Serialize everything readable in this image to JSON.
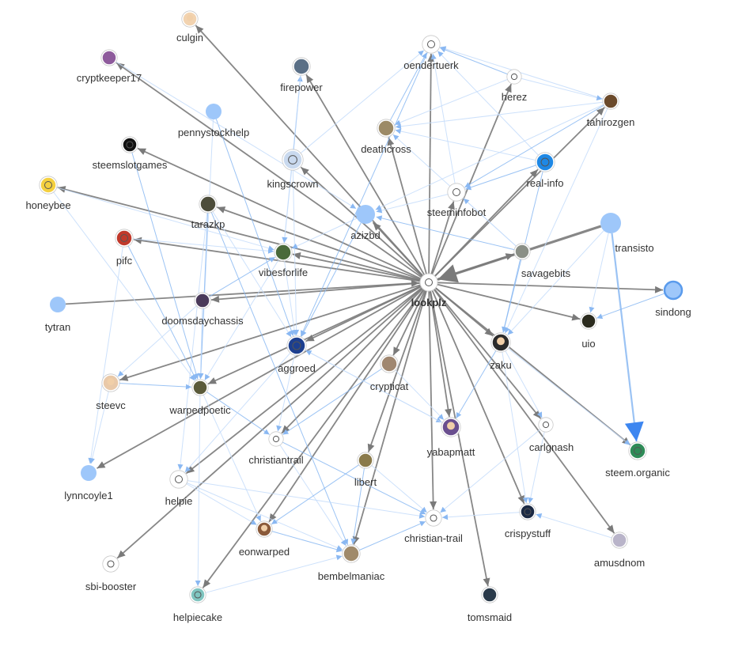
{
  "graph": {
    "colors": {
      "background": "#ffffff",
      "hub_edge": "#7a7a7a",
      "edge": "#8ab8f2",
      "edge_light": "#c4dcfa",
      "node_plain": "#9ec7fa",
      "node_border": "#5a9bec",
      "label": "#333333"
    },
    "nodes": [
      {
        "id": "culgin",
        "label": "culgin",
        "avatar": "face"
      },
      {
        "id": "cryptkeeper17",
        "label": "cryptkeeper17",
        "avatar": "photo"
      },
      {
        "id": "firepower",
        "label": "firepower",
        "avatar": "photo"
      },
      {
        "id": "oendertuerk",
        "label": "oendertuerk",
        "avatar": "logo"
      },
      {
        "id": "herez",
        "label": "herez",
        "avatar": "logo"
      },
      {
        "id": "tahirozgen",
        "label": "tahirozgen",
        "avatar": "photo"
      },
      {
        "id": "pennystockhelp",
        "label": "pennystockhelp",
        "avatar": "none"
      },
      {
        "id": "deathcross",
        "label": "deathcross",
        "avatar": "photo"
      },
      {
        "id": "steemslotgames",
        "label": "steemslotgames",
        "avatar": "logo"
      },
      {
        "id": "kingscrown",
        "label": "kingscrown",
        "avatar": "logo"
      },
      {
        "id": "real-info",
        "label": "real-info",
        "avatar": "logo"
      },
      {
        "id": "honeybee",
        "label": "honeybee",
        "avatar": "logo"
      },
      {
        "id": "steeminfobot",
        "label": "steeminfobot",
        "avatar": "logo"
      },
      {
        "id": "tarazkp",
        "label": "tarazkp",
        "avatar": "photo"
      },
      {
        "id": "azizbd",
        "label": "azizbd",
        "avatar": "none"
      },
      {
        "id": "transisto",
        "label": "transisto",
        "avatar": "none"
      },
      {
        "id": "pifc",
        "label": "pifc",
        "avatar": "logo"
      },
      {
        "id": "vibesforlife",
        "label": "vibesforlife",
        "avatar": "photo"
      },
      {
        "id": "savagebits",
        "label": "savagebits",
        "avatar": "photo"
      },
      {
        "id": "lookplz",
        "label": "lookplz",
        "avatar": "logo",
        "hub": true
      },
      {
        "id": "sindong",
        "label": "sindong",
        "avatar": "none"
      },
      {
        "id": "tytran",
        "label": "tytran",
        "avatar": "none"
      },
      {
        "id": "doomsdaychassis",
        "label": "doomsdaychassis",
        "avatar": "photo"
      },
      {
        "id": "uio",
        "label": "uio",
        "avatar": "photo"
      },
      {
        "id": "zaku",
        "label": "zaku",
        "avatar": "face"
      },
      {
        "id": "aggroed",
        "label": "aggroed",
        "avatar": "logo"
      },
      {
        "id": "crypticat",
        "label": "crypticat",
        "avatar": "photo"
      },
      {
        "id": "steevc",
        "label": "steevc",
        "avatar": "face"
      },
      {
        "id": "warpedpoetic",
        "label": "warpedpoetic",
        "avatar": "photo"
      },
      {
        "id": "carlgnash",
        "label": "carlgnash",
        "avatar": "logo"
      },
      {
        "id": "yabapmatt",
        "label": "yabapmatt",
        "avatar": "face"
      },
      {
        "id": "christiantrail",
        "label": "christiantrail",
        "avatar": "logo"
      },
      {
        "id": "steem.organic",
        "label": "steem.organic",
        "avatar": "logo"
      },
      {
        "id": "libert",
        "label": "libert",
        "avatar": "photo"
      },
      {
        "id": "lynncoyle1",
        "label": "lynncoyle1",
        "avatar": "none"
      },
      {
        "id": "helpie",
        "label": "helpie",
        "avatar": "logo"
      },
      {
        "id": "christian-trail",
        "label": "christian-trail",
        "avatar": "logo"
      },
      {
        "id": "crispystuff",
        "label": "crispystuff",
        "avatar": "logo"
      },
      {
        "id": "eonwarped",
        "label": "eonwarped",
        "avatar": "face"
      },
      {
        "id": "amusdnom",
        "label": "amusdnom",
        "avatar": "photo"
      },
      {
        "id": "sbi-booster",
        "label": "sbi-booster",
        "avatar": "logo"
      },
      {
        "id": "bembelmaniac",
        "label": "bembelmaniac",
        "avatar": "photo"
      },
      {
        "id": "helpiecake",
        "label": "helpiecake",
        "avatar": "logo"
      },
      {
        "id": "tomsmaid",
        "label": "tomsmaid",
        "avatar": "photo"
      }
    ],
    "edges": [
      {
        "source": "lookplz",
        "target": "culgin",
        "kind": "hub"
      },
      {
        "source": "lookplz",
        "target": "cryptkeeper17",
        "kind": "hub"
      },
      {
        "source": "lookplz",
        "target": "firepower",
        "kind": "hub"
      },
      {
        "source": "lookplz",
        "target": "oendertuerk",
        "kind": "hub"
      },
      {
        "source": "lookplz",
        "target": "herez",
        "kind": "hub"
      },
      {
        "source": "lookplz",
        "target": "tahirozgen",
        "kind": "hub"
      },
      {
        "source": "lookplz",
        "target": "deathcross",
        "kind": "hub"
      },
      {
        "source": "lookplz",
        "target": "steemslotgames",
        "kind": "hub"
      },
      {
        "source": "lookplz",
        "target": "kingscrown",
        "kind": "hub"
      },
      {
        "source": "lookplz",
        "target": "real-info",
        "kind": "hub"
      },
      {
        "source": "lookplz",
        "target": "honeybee",
        "kind": "hub"
      },
      {
        "source": "lookplz",
        "target": "steeminfobot",
        "kind": "hub"
      },
      {
        "source": "lookplz",
        "target": "tarazkp",
        "kind": "hub"
      },
      {
        "source": "lookplz",
        "target": "azizbd",
        "kind": "hub"
      },
      {
        "source": "lookplz",
        "target": "pifc",
        "kind": "hub"
      },
      {
        "source": "lookplz",
        "target": "vibesforlife",
        "kind": "hub"
      },
      {
        "source": "lookplz",
        "target": "savagebits",
        "kind": "hub"
      },
      {
        "source": "lookplz",
        "target": "sindong",
        "kind": "hub"
      },
      {
        "source": "tytran",
        "target": "lookplz",
        "kind": "hub"
      },
      {
        "source": "lookplz",
        "target": "doomsdaychassis",
        "kind": "hub"
      },
      {
        "source": "lookplz",
        "target": "uio",
        "kind": "hub"
      },
      {
        "source": "lookplz",
        "target": "zaku",
        "kind": "hub"
      },
      {
        "source": "lookplz",
        "target": "aggroed",
        "kind": "hub"
      },
      {
        "source": "lookplz",
        "target": "crypticat",
        "kind": "hub"
      },
      {
        "source": "lookplz",
        "target": "steevc",
        "kind": "hub"
      },
      {
        "source": "lookplz",
        "target": "warpedpoetic",
        "kind": "hub"
      },
      {
        "source": "lookplz",
        "target": "carlgnash",
        "kind": "hub"
      },
      {
        "source": "lookplz",
        "target": "yabapmatt",
        "kind": "hub"
      },
      {
        "source": "lookplz",
        "target": "christiantrail",
        "kind": "hub"
      },
      {
        "source": "lookplz",
        "target": "steem.organic",
        "kind": "hub"
      },
      {
        "source": "lookplz",
        "target": "libert",
        "kind": "hub"
      },
      {
        "source": "lookplz",
        "target": "lynncoyle1",
        "kind": "hub"
      },
      {
        "source": "lookplz",
        "target": "helpie",
        "kind": "hub"
      },
      {
        "source": "lookplz",
        "target": "christian-trail",
        "kind": "hub"
      },
      {
        "source": "lookplz",
        "target": "crispystuff",
        "kind": "hub"
      },
      {
        "source": "lookplz",
        "target": "eonwarped",
        "kind": "hub"
      },
      {
        "source": "lookplz",
        "target": "amusdnom",
        "kind": "hub"
      },
      {
        "source": "lookplz",
        "target": "sbi-booster",
        "kind": "hub"
      },
      {
        "source": "lookplz",
        "target": "bembelmaniac",
        "kind": "hub"
      },
      {
        "source": "lookplz",
        "target": "helpiecake",
        "kind": "hub"
      },
      {
        "source": "lookplz",
        "target": "tomsmaid",
        "kind": "hub"
      },
      {
        "source": "transisto",
        "target": "lookplz",
        "kind": "hub",
        "weight": "heavy"
      },
      {
        "source": "transisto",
        "target": "steem.organic",
        "kind": "edge",
        "weight": "heavy"
      },
      {
        "source": "zaku",
        "target": "steem.organic",
        "kind": "edge"
      },
      {
        "source": "kingscrown",
        "target": "oendertuerk",
        "kind": "edge"
      },
      {
        "source": "kingscrown",
        "target": "firepower",
        "kind": "edge"
      },
      {
        "source": "kingscrown",
        "target": "aggroed",
        "kind": "edge"
      },
      {
        "source": "kingscrown",
        "target": "vibesforlife",
        "kind": "edge"
      },
      {
        "source": "pennystockhelp",
        "target": "aggroed",
        "kind": "edge"
      },
      {
        "source": "pennystockhelp",
        "target": "warpedpoetic",
        "kind": "edge"
      },
      {
        "source": "cryptkeeper17",
        "target": "azizbd",
        "kind": "edge"
      },
      {
        "source": "tarazkp",
        "target": "warpedpoetic",
        "kind": "edge"
      },
      {
        "source": "tarazkp",
        "target": "helpie",
        "kind": "edge"
      },
      {
        "source": "tarazkp",
        "target": "aggroed",
        "kind": "edge"
      },
      {
        "source": "tarazkp",
        "target": "bembelmaniac",
        "kind": "edge"
      },
      {
        "source": "pifc",
        "target": "lynncoyle1",
        "kind": "edge"
      },
      {
        "source": "pifc",
        "target": "vibesforlife",
        "kind": "edge"
      },
      {
        "source": "pifc",
        "target": "warpedpoetic",
        "kind": "edge"
      },
      {
        "source": "honeybee",
        "target": "vibesforlife",
        "kind": "edge"
      },
      {
        "source": "honeybee",
        "target": "warpedpoetic",
        "kind": "edge"
      },
      {
        "source": "steemslotgames",
        "target": "warpedpoetic",
        "kind": "edge"
      },
      {
        "source": "doomsdaychassis",
        "target": "steevc",
        "kind": "edge"
      },
      {
        "source": "doomsdaychassis",
        "target": "warpedpoetic",
        "kind": "edge"
      },
      {
        "source": "doomsdaychassis",
        "target": "vibesforlife",
        "kind": "edge"
      },
      {
        "source": "aggroed",
        "target": "yabapmatt",
        "kind": "edge"
      },
      {
        "source": "aggroed",
        "target": "christiantrail",
        "kind": "edge"
      },
      {
        "source": "crypticat",
        "target": "christiantrail",
        "kind": "edge"
      },
      {
        "source": "helpie",
        "target": "bembelmaniac",
        "kind": "edge"
      },
      {
        "source": "helpie",
        "target": "christian-trail",
        "kind": "edge"
      },
      {
        "source": "eonwarped",
        "target": "bembelmaniac",
        "kind": "edge"
      },
      {
        "source": "warpedpoetic",
        "target": "eonwarped",
        "kind": "edge"
      },
      {
        "source": "warpedpoetic",
        "target": "helpiecake",
        "kind": "edge"
      },
      {
        "source": "christiantrail",
        "target": "christian-trail",
        "kind": "edge"
      },
      {
        "source": "christiantrail",
        "target": "bembelmaniac",
        "kind": "edge"
      },
      {
        "source": "libert",
        "target": "christian-trail",
        "kind": "edge"
      },
      {
        "source": "libert",
        "target": "bembelmaniac",
        "kind": "edge"
      },
      {
        "source": "carlgnash",
        "target": "crispystuff",
        "kind": "edge"
      },
      {
        "source": "carlgnash",
        "target": "christian-trail",
        "kind": "edge"
      },
      {
        "source": "real-info",
        "target": "zaku",
        "kind": "edge"
      },
      {
        "source": "real-info",
        "target": "oendertuerk",
        "kind": "edge"
      },
      {
        "source": "real-info",
        "target": "deathcross",
        "kind": "edge"
      },
      {
        "source": "real-info",
        "target": "steeminfobot",
        "kind": "edge"
      },
      {
        "source": "tahirozgen",
        "target": "oendertuerk",
        "kind": "edge"
      },
      {
        "source": "tahirozgen",
        "target": "deathcross",
        "kind": "edge"
      },
      {
        "source": "tahirozgen",
        "target": "steeminfobot",
        "kind": "edge"
      },
      {
        "source": "tahirozgen",
        "target": "zaku",
        "kind": "edge"
      },
      {
        "source": "tahirozgen",
        "target": "azizbd",
        "kind": "edge"
      },
      {
        "source": "herez",
        "target": "oendertuerk",
        "kind": "edge"
      },
      {
        "source": "herez",
        "target": "deathcross",
        "kind": "edge"
      },
      {
        "source": "herez",
        "target": "tahirozgen",
        "kind": "edge"
      },
      {
        "source": "savagebits",
        "target": "zaku",
        "kind": "edge"
      },
      {
        "source": "savagebits",
        "target": "deathcross",
        "kind": "edge"
      },
      {
        "source": "savagebits",
        "target": "steeminfobot",
        "kind": "edge"
      },
      {
        "source": "savagebits",
        "target": "azizbd",
        "kind": "edge"
      },
      {
        "source": "steeminfobot",
        "target": "oendertuerk",
        "kind": "edge"
      },
      {
        "source": "steeminfobot",
        "target": "azizbd",
        "kind": "edge"
      },
      {
        "source": "deathcross",
        "target": "oendertuerk",
        "kind": "edge"
      },
      {
        "source": "transisto",
        "target": "uio",
        "kind": "edge"
      },
      {
        "source": "transisto",
        "target": "zaku",
        "kind": "edge"
      },
      {
        "source": "sindong",
        "target": "uio",
        "kind": "edge"
      },
      {
        "source": "zaku",
        "target": "crispystuff",
        "kind": "edge"
      },
      {
        "source": "zaku",
        "target": "carlgnash",
        "kind": "edge"
      },
      {
        "source": "zaku",
        "target": "yabapmatt",
        "kind": "edge"
      },
      {
        "source": "yabapmatt",
        "target": "aggroed",
        "kind": "edge"
      },
      {
        "source": "steevc",
        "target": "lynncoyle1",
        "kind": "edge"
      },
      {
        "source": "steevc",
        "target": "warpedpoetic",
        "kind": "edge"
      },
      {
        "source": "vibesforlife",
        "target": "aggroed",
        "kind": "edge"
      },
      {
        "source": "vibesforlife",
        "target": "warpedpoetic",
        "kind": "edge"
      },
      {
        "source": "azizbd",
        "target": "aggroed",
        "kind": "edge"
      },
      {
        "source": "azizbd",
        "target": "vibesforlife",
        "kind": "edge"
      },
      {
        "source": "firepower",
        "target": "vibesforlife",
        "kind": "edge"
      },
      {
        "source": "oendertuerk",
        "target": "aggroed",
        "kind": "edge"
      },
      {
        "source": "helpiecake",
        "target": "bembelmaniac",
        "kind": "edge"
      },
      {
        "source": "helpie",
        "target": "eonwarped",
        "kind": "edge"
      },
      {
        "source": "bembelmaniac",
        "target": "christian-trail",
        "kind": "edge"
      },
      {
        "source": "crispystuff",
        "target": "christian-trail",
        "kind": "edge"
      },
      {
        "source": "amusdnom",
        "target": "crispystuff",
        "kind": "edge"
      },
      {
        "source": "warpedpoetic",
        "target": "christiantrail",
        "kind": "edge"
      },
      {
        "source": "crypticat",
        "target": "yabapmatt",
        "kind": "edge"
      },
      {
        "source": "aggroed",
        "target": "helpie",
        "kind": "edge"
      },
      {
        "source": "libert",
        "target": "eonwarped",
        "kind": "edge"
      }
    ]
  }
}
